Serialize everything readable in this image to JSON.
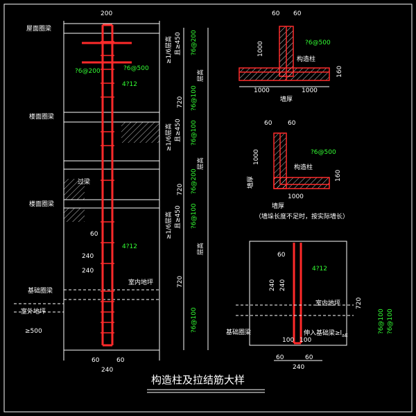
{
  "title": "构造柱及拉结筋大样",
  "labels": {
    "roof_ring_beam": "屋面圈梁",
    "floor_ring_beam_1": "楼面圈梁",
    "floor_ring_beam_2": "楼面圈梁",
    "lintel": "过梁",
    "foundation_ring_beam": "基础圈梁",
    "outdoor_ground": "室外地坪",
    "indoor_ground": "室内地坪",
    "indoor_ground_2": "室内地坪",
    "wall_thickness_1": "墙厚",
    "wall_thickness_2": "墙厚",
    "wall_thickness_3": "墙厚",
    "column_label": "构造柱",
    "column_label_2": "构造柱",
    "wall_length_note": "（墙垛长度不足时，按实际墙长）",
    "anchor_note": "伸入基础梁≥l",
    "anchor_sub": "aE",
    "foundation_ring_beam_2": "基础圈梁"
  },
  "dims": {
    "top_200": "200",
    "d60a": "60",
    "d60b": "60",
    "d60c": "60",
    "d60d": "60",
    "d60e": "60",
    "d60f": "60",
    "d60g": "60",
    "d60h": "60",
    "d240a": "240",
    "d240b": "240",
    "d240c": "240",
    "d240d": "240",
    "d240e": "240",
    "d720a": "720",
    "d720b": "720",
    "d720c": "720",
    "d720d": "720",
    "d1000a": "1000",
    "d1000b": "1000",
    "d1000c": "1000",
    "d1000d": "1000",
    "d1000e": "1000",
    "d100a": "100",
    "d100b": "100",
    "d500": "≥500",
    "d160a": "160",
    "d160b": "160"
  },
  "rebar": {
    "r1": "?6@500",
    "r2": "?6@200",
    "r3": "4?12",
    "r4": "4?12",
    "r5": "4?12",
    "r6": "?6@100",
    "r7": "?6@200",
    "r8": "?6@100",
    "r9": "?6@200",
    "r10": "?6@100",
    "r11": "?6@100",
    "r12": "?6@500",
    "r13": "?6@500",
    "r14": "?6@100",
    "r15": "?6@100"
  },
  "vertical_notes": {
    "n1": "≥1/6层高",
    "n1b": "且≥450",
    "n2": "≥1/6层高",
    "n2b": "且≥450",
    "n3": "≥1/6层高",
    "n3b": "且≥450",
    "n4": "层高",
    "n5": "层高",
    "n6": "层高"
  }
}
